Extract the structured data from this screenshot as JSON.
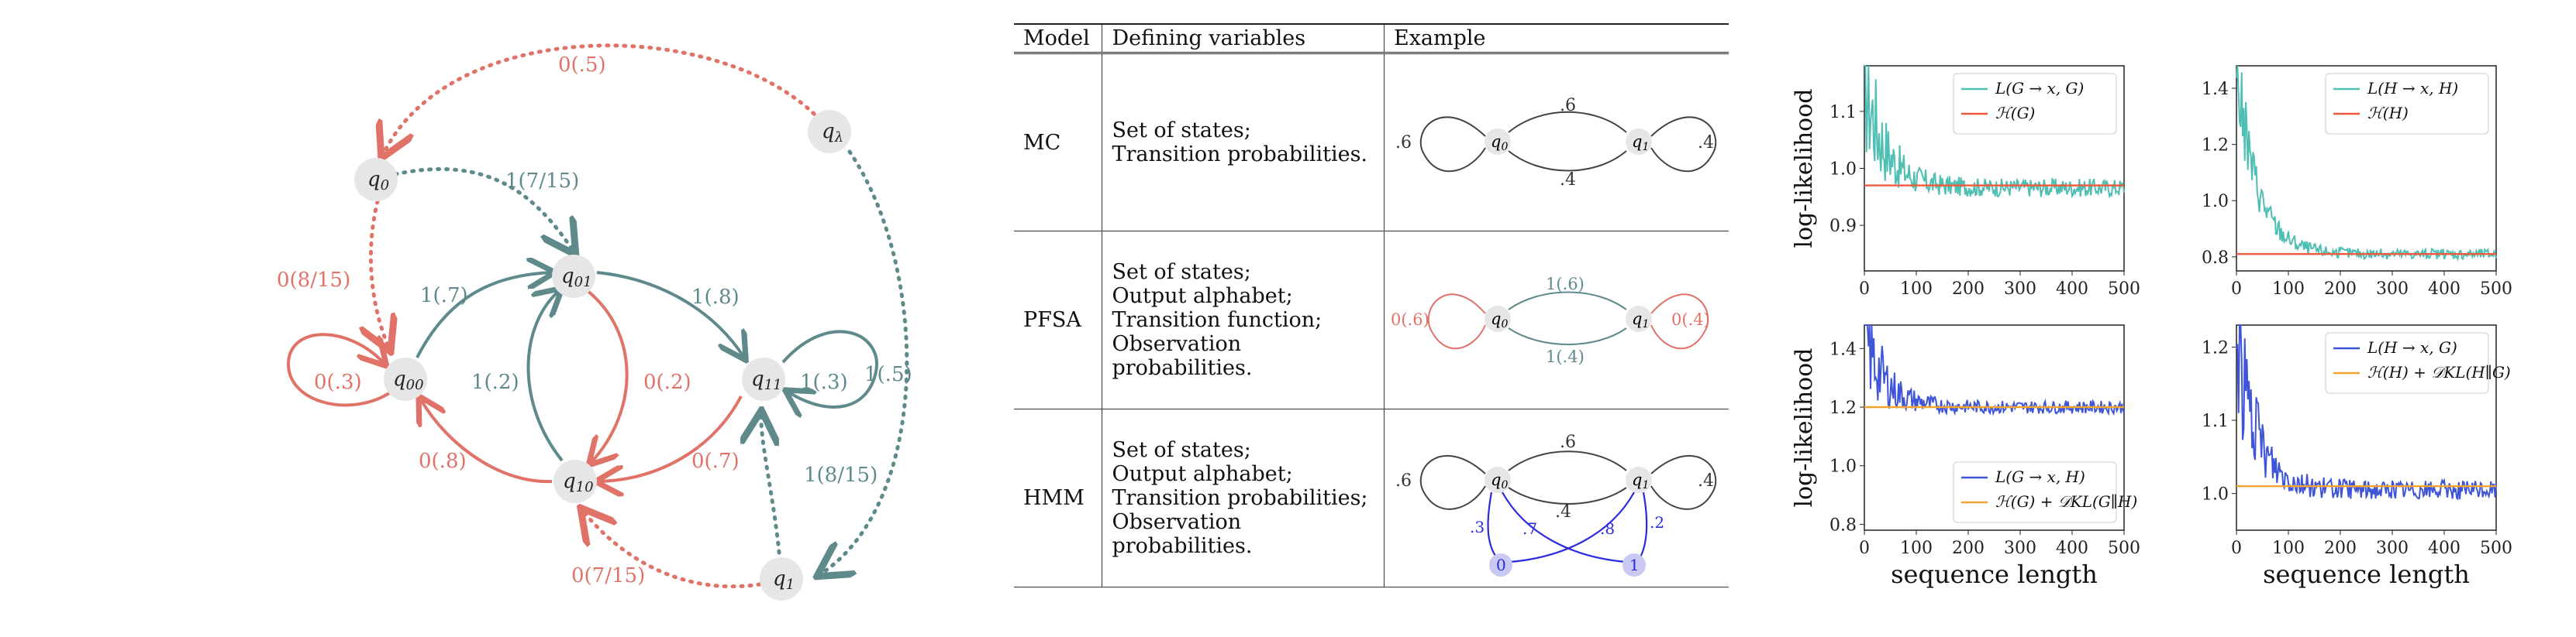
{
  "diagram": {
    "nodes": {
      "q_lambda": "q",
      "q_lambda_sub": "λ",
      "q0": "q",
      "q0_sub": "0",
      "q01": "q",
      "q01_sub": "01",
      "q00": "q",
      "q00_sub": "00",
      "q11": "q",
      "q11_sub": "11",
      "q10": "q",
      "q10_sub": "10",
      "q1": "q",
      "q1_sub": "1"
    },
    "edges": {
      "lambda_to_q0": "0(.5)",
      "q0_to_q01": "1(7/15)",
      "q0_to_q00": "0(8/15)",
      "q00_to_q01": "1(.7)",
      "q00_self": "0(.3)",
      "q10_to_q01": "1(.2)",
      "q01_to_q10": "0(.2)",
      "q01_to_q11": "1(.8)",
      "q11_self": "1(.3)",
      "lambda_to_q1": "1(.5)",
      "q10_to_q00": "0(.8)",
      "q11_to_q10": "0(.7)",
      "q1_to_q11": "1(8/15)",
      "q1_to_q10": "0(7/15)"
    },
    "colors": {
      "red": "#e07268",
      "teal": "#5e8a8c",
      "node": "#e6e6e6"
    }
  },
  "table": {
    "headers": [
      "Model",
      "Defining variables",
      "Example"
    ],
    "rows": [
      {
        "model": "MC",
        "vars": [
          "Set of states;",
          "Transition probabilities."
        ]
      },
      {
        "model": "PFSA",
        "vars": [
          "Set of states;",
          "Output alphabet;",
          "Transition function;",
          "Observation probabilities."
        ]
      },
      {
        "model": "HMM",
        "vars": [
          "Set of states;",
          "Output alphabet;",
          "Transition probabilities;",
          "Observation probabilities."
        ]
      }
    ],
    "mc_example": {
      "q0": "q",
      "q0_sub": "0",
      "q1": "q",
      "q1_sub": "1",
      "top": ".6",
      "bottom": ".4",
      "left": ".6",
      "right": ".4"
    },
    "pfsa_example": {
      "q0": "q",
      "q0_sub": "0",
      "q1": "q",
      "q1_sub": "1",
      "top": "1(.6)",
      "bottom": "1(.4)",
      "left": "0(.6)",
      "right": "0(.4)"
    },
    "hmm_example": {
      "q0": "q",
      "q0_sub": "0",
      "q1": "q",
      "q1_sub": "1",
      "top": ".6",
      "bottom": ".4",
      "left": ".6",
      "right": ".4",
      "o0": "0",
      "o1": "1",
      "e1": ".3",
      "e2": ".7",
      "e3": ".8",
      "e4": ".2"
    }
  },
  "chart_data": [
    {
      "type": "line",
      "xlabel": "",
      "ylabel": "log-likelihood",
      "xlim": [
        0,
        500
      ],
      "ylim": [
        0.82,
        1.18
      ],
      "xticks": [
        0,
        100,
        200,
        300,
        400,
        500
      ],
      "yticks": [
        0.9,
        1.0,
        1.1
      ],
      "legend": [
        "L(G → x, G)",
        "ℋ(G)"
      ],
      "legend_position": "top-right",
      "series": [
        {
          "name": "L(G → x, G)",
          "color": "#4fbfb4",
          "start": 1.16,
          "end": 0.966,
          "noise": 0.08
        },
        {
          "name": "ℋ(G)",
          "color": "#f05a3c",
          "constant": 0.97
        }
      ]
    },
    {
      "type": "line",
      "xlabel": "",
      "ylabel": "",
      "xlim": [
        0,
        500
      ],
      "ylim": [
        0.75,
        1.48
      ],
      "xticks": [
        0,
        100,
        200,
        300,
        400,
        500
      ],
      "yticks": [
        0.8,
        1.0,
        1.2,
        1.4
      ],
      "legend": [
        "L(H → x, H)",
        "ℋ(H)"
      ],
      "legend_position": "top-right",
      "series": [
        {
          "name": "L(H → x, H)",
          "color": "#4fbfb4",
          "start": 1.47,
          "end": 0.81,
          "noise": 0.1
        },
        {
          "name": "ℋ(H)",
          "color": "#f05a3c",
          "constant": 0.81
        }
      ]
    },
    {
      "type": "line",
      "xlabel": "sequence length",
      "ylabel": "log-likelihood",
      "xlim": [
        0,
        500
      ],
      "ylim": [
        0.78,
        1.48
      ],
      "xticks": [
        0,
        100,
        200,
        300,
        400,
        500
      ],
      "yticks": [
        0.8,
        1.0,
        1.2,
        1.4
      ],
      "legend": [
        "L(G → x, H)",
        "ℋ(G) + 𝒟KL(G∥H)"
      ],
      "legend_position": "bottom-right",
      "series": [
        {
          "name": "L(G → x, H)",
          "color": "#3f55d8",
          "start": 1.45,
          "end": 1.2,
          "noise": 0.12
        },
        {
          "name": "ℋ(G) + 𝒟KL(G∥H)",
          "color": "#f2a431",
          "constant": 1.2
        }
      ]
    },
    {
      "type": "line",
      "xlabel": "sequence length",
      "ylabel": "",
      "xlim": [
        0,
        500
      ],
      "ylim": [
        0.95,
        1.23
      ],
      "xticks": [
        0,
        100,
        200,
        300,
        400,
        500
      ],
      "yticks": [
        1.0,
        1.1,
        1.2
      ],
      "legend": [
        "L(H → x, G)",
        "ℋ(H) + 𝒟KL(H∥G)"
      ],
      "legend_position": "top-right",
      "series": [
        {
          "name": "L(H → x, G)",
          "color": "#3f55d8",
          "start": 1.21,
          "end": 1.005,
          "noise": 0.06
        },
        {
          "name": "ℋ(H) + 𝒟KL(H∥G)",
          "color": "#f2a431",
          "constant": 1.01
        }
      ]
    }
  ]
}
